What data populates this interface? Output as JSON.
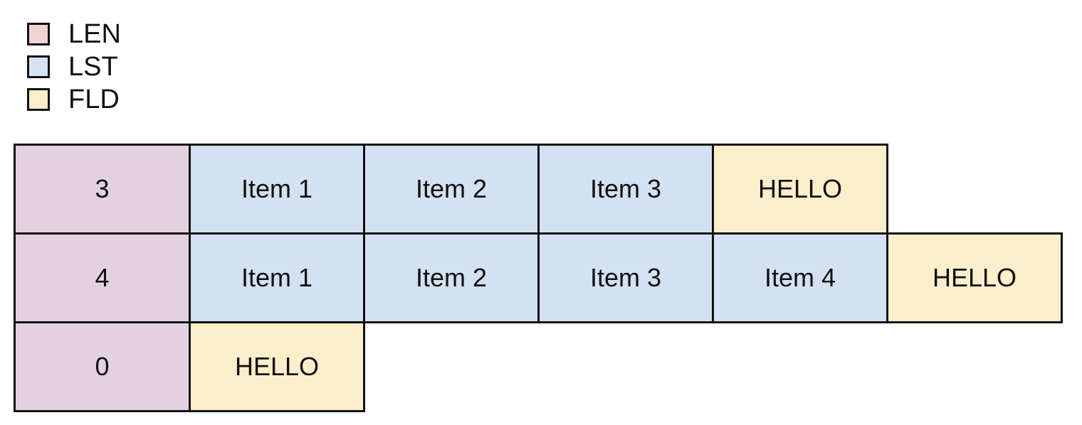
{
  "legend": {
    "items": [
      {
        "label": "LEN",
        "color": "#f2d3d3",
        "name": "legend-swatch-len"
      },
      {
        "label": "LST",
        "color": "#d7e2f2",
        "name": "legend-swatch-lst"
      },
      {
        "label": "FLD",
        "color": "#fbeecb",
        "name": "legend-swatch-fld"
      }
    ]
  },
  "colors": {
    "len": "#e4d1e0",
    "lst": "#d4e1f2",
    "fld": "#fbeecb",
    "border": "#111111",
    "background": "#ffffff"
  },
  "table": {
    "rows": [
      {
        "cells": [
          {
            "text": "3",
            "kind": "LEN"
          },
          {
            "text": "Item 1",
            "kind": "LST"
          },
          {
            "text": "Item 2",
            "kind": "LST"
          },
          {
            "text": "Item 3",
            "kind": "LST"
          },
          {
            "text": "HELLO",
            "kind": "FLD"
          }
        ]
      },
      {
        "cells": [
          {
            "text": "4",
            "kind": "LEN"
          },
          {
            "text": "Item 1",
            "kind": "LST"
          },
          {
            "text": "Item 2",
            "kind": "LST"
          },
          {
            "text": "Item 3",
            "kind": "LST"
          },
          {
            "text": "Item 4",
            "kind": "LST"
          },
          {
            "text": "HELLO",
            "kind": "FLD"
          }
        ]
      },
      {
        "cells": [
          {
            "text": "0",
            "kind": "LEN"
          },
          {
            "text": "HELLO",
            "kind": "FLD"
          }
        ]
      }
    ]
  }
}
